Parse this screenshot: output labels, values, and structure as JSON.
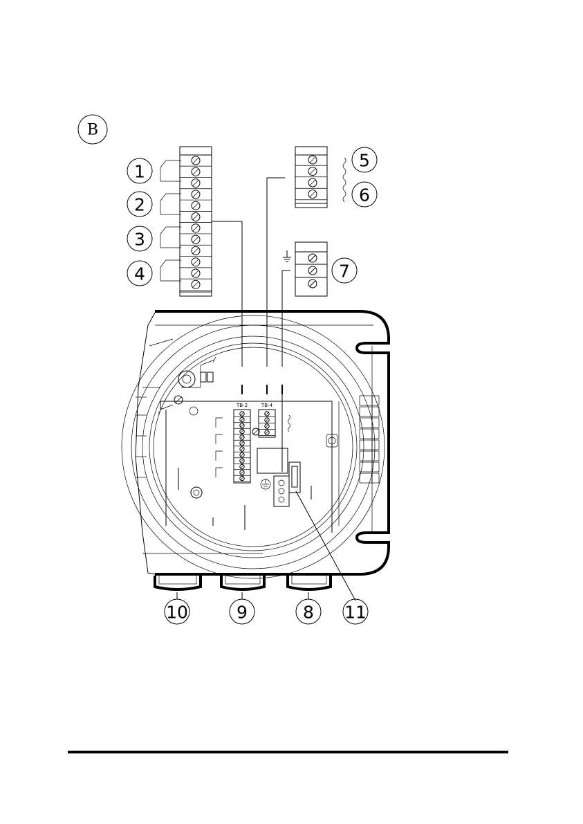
{
  "view_label": "B",
  "callouts": {
    "c1": "1",
    "c2": "2",
    "c3": "3",
    "c4": "4",
    "c5": "5",
    "c6": "6",
    "c7": "7",
    "c8": "8",
    "c9": "9",
    "c10": "10",
    "c11": "11"
  },
  "terminal_labels": {
    "tb2": "TB-2",
    "tb4": "TB-4"
  },
  "icons": {
    "ground": "ground-symbol-icon",
    "screw": "screw-terminal-icon"
  }
}
